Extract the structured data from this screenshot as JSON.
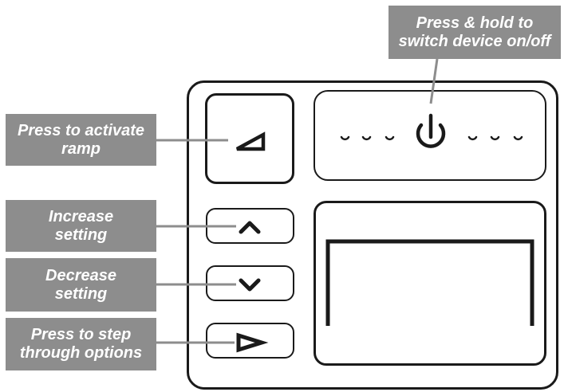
{
  "callouts": {
    "power": [
      "Press & hold to",
      "switch device on/off"
    ],
    "ramp": [
      "Press to activate",
      "ramp"
    ],
    "increase": [
      "Increase",
      "setting"
    ],
    "decrease": [
      "Decrease",
      "setting"
    ],
    "step": [
      "Press to step",
      "through options"
    ]
  },
  "icons": {
    "ramp_button": "ramp-triangle-icon",
    "power": "power-icon",
    "up": "chevron-up-icon",
    "down": "chevron-down-icon",
    "next": "play-triangle-icon"
  },
  "colors": {
    "label_bg": "#8d8d8d",
    "label_text": "#ffffff",
    "outline": "#1a1a1a"
  }
}
